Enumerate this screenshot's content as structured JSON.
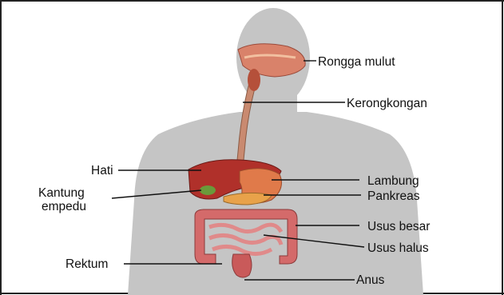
{
  "diagram": {
    "labels": {
      "rongga_mulut": "Rongga mulut",
      "kerongkongan": "Kerongkongan",
      "hati": "Hati",
      "lambung": "Lambung",
      "kantung_empedu_line1": "Kantung",
      "kantung_empedu_line2": "empedu",
      "pankreas": "Pankreas",
      "usus_besar": "Usus besar",
      "usus_halus": "Usus halus",
      "rektum": "Rektum",
      "anus": "Anus"
    },
    "colors": {
      "silhouette": "#c5c5c5",
      "liver": "#b0302a",
      "stomach": "#e07a4a",
      "pancreas": "#e8a24a",
      "intestine": "#d46a6a",
      "esophagus": "#c98a70",
      "gallbladder": "#6a9a3a"
    }
  }
}
